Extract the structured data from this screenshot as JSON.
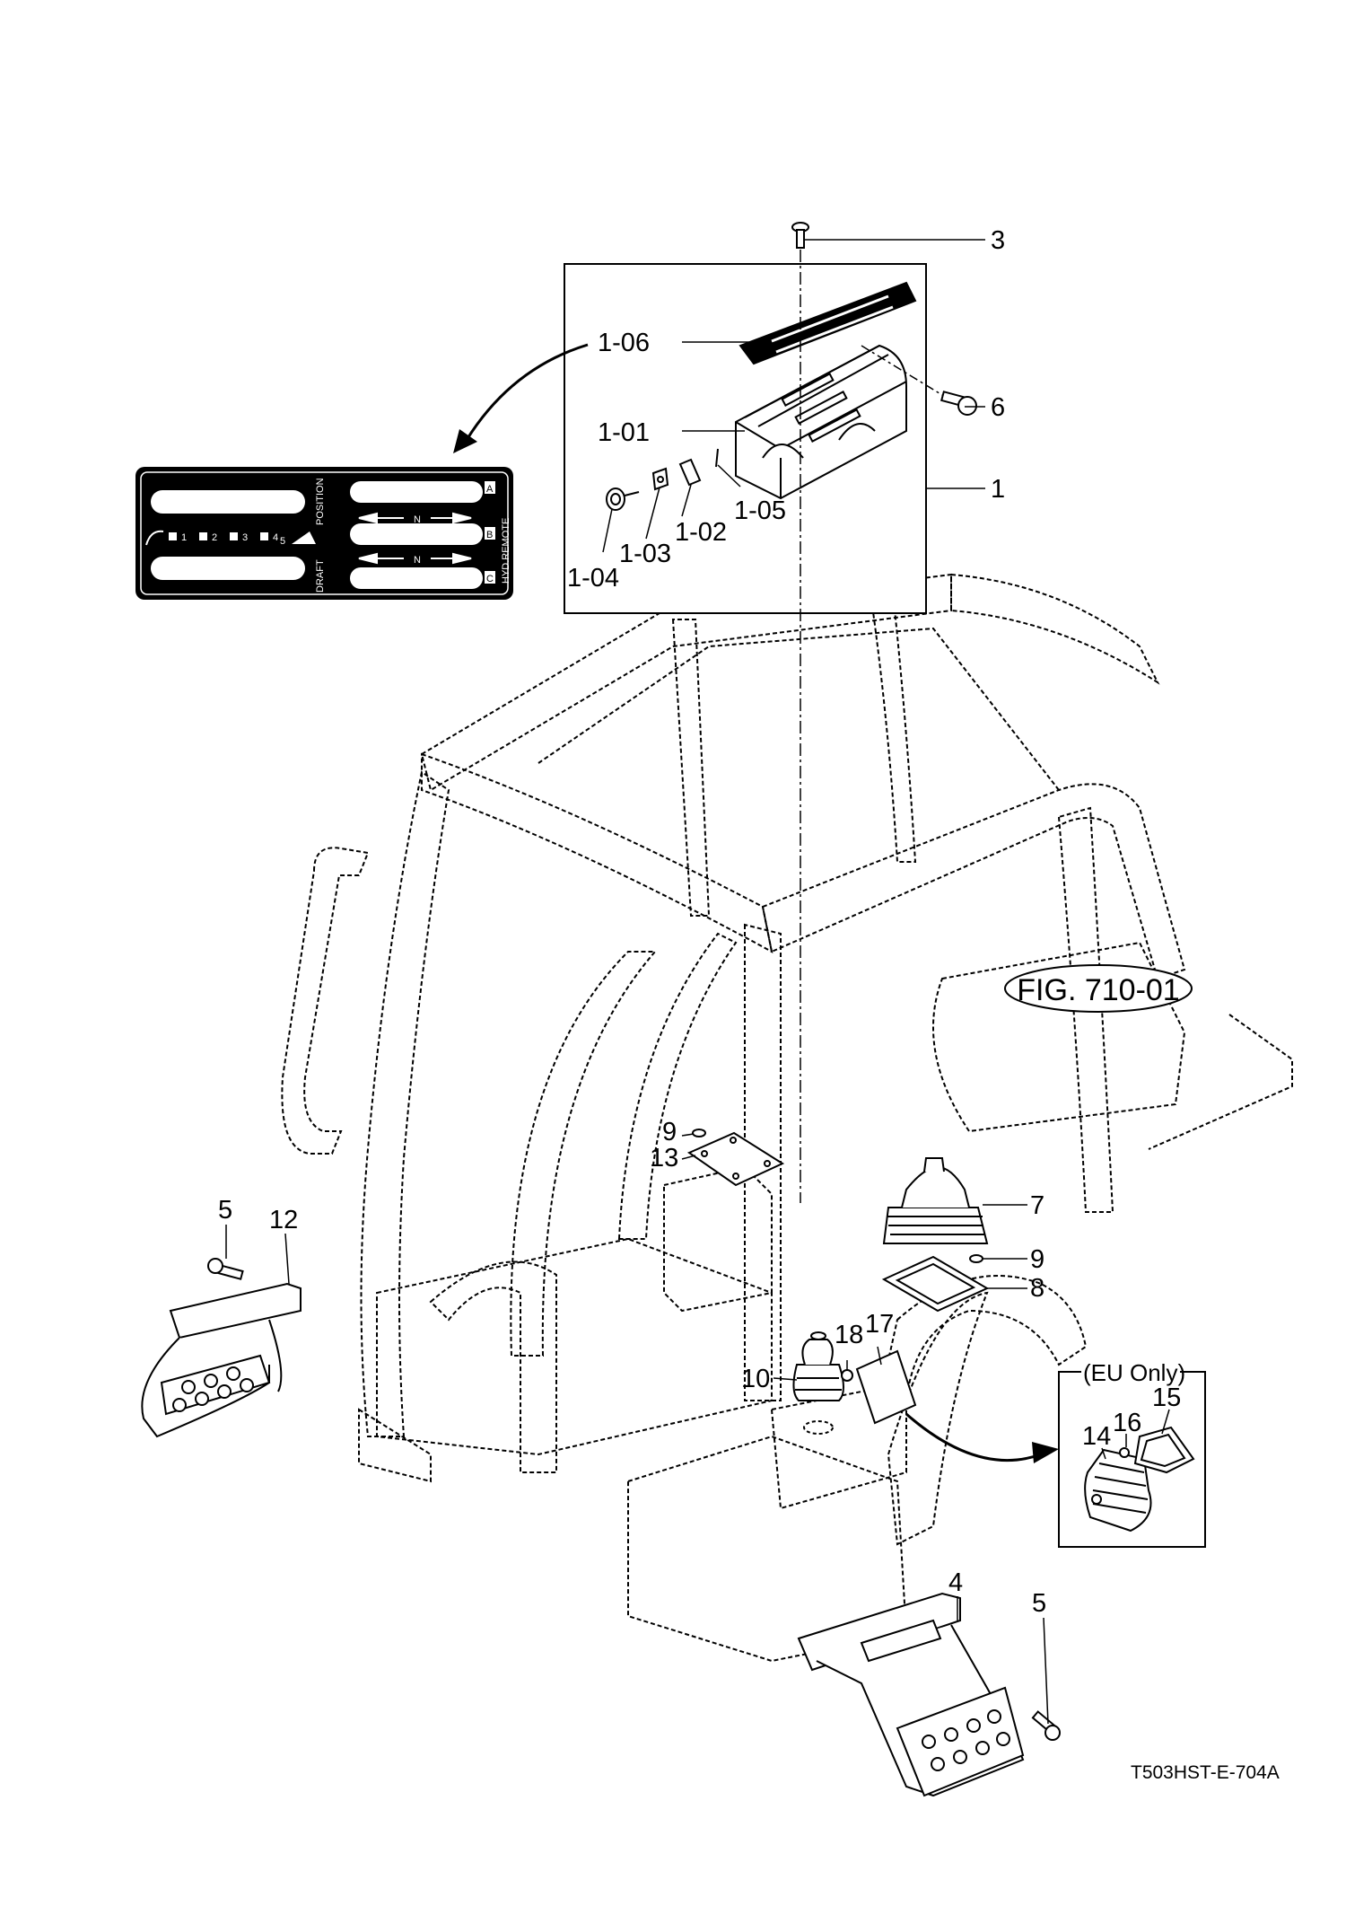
{
  "drawing_code": "T503HST-E-704A",
  "figure_reference": "FIG. 710-01",
  "eu_inset_title": "(EU Only)",
  "callouts": [
    {
      "label": "3"
    },
    {
      "label": "1-06"
    },
    {
      "label": "6"
    },
    {
      "label": "1-01"
    },
    {
      "label": "1"
    },
    {
      "label": "1-05"
    },
    {
      "label": "1-02"
    },
    {
      "label": "1-03"
    },
    {
      "label": "1-04"
    },
    {
      "label": "9"
    },
    {
      "label": "13"
    },
    {
      "label": "7"
    },
    {
      "label": "9"
    },
    {
      "label": "8"
    },
    {
      "label": "5"
    },
    {
      "label": "12"
    },
    {
      "label": "10"
    },
    {
      "label": "18"
    },
    {
      "label": "17"
    },
    {
      "label": "15"
    },
    {
      "label": "16"
    },
    {
      "label": "14"
    },
    {
      "label": "4"
    },
    {
      "label": "5"
    }
  ],
  "decal": {
    "position_label": "POSITION",
    "draft_label": "DRAFT",
    "hyd_remote_label": "HYD.REMOTE",
    "lever_a": "A",
    "lever_b": "B",
    "lever_c": "C",
    "neutral": "N",
    "steps": [
      "1",
      "2",
      "3",
      "4",
      "5"
    ]
  }
}
